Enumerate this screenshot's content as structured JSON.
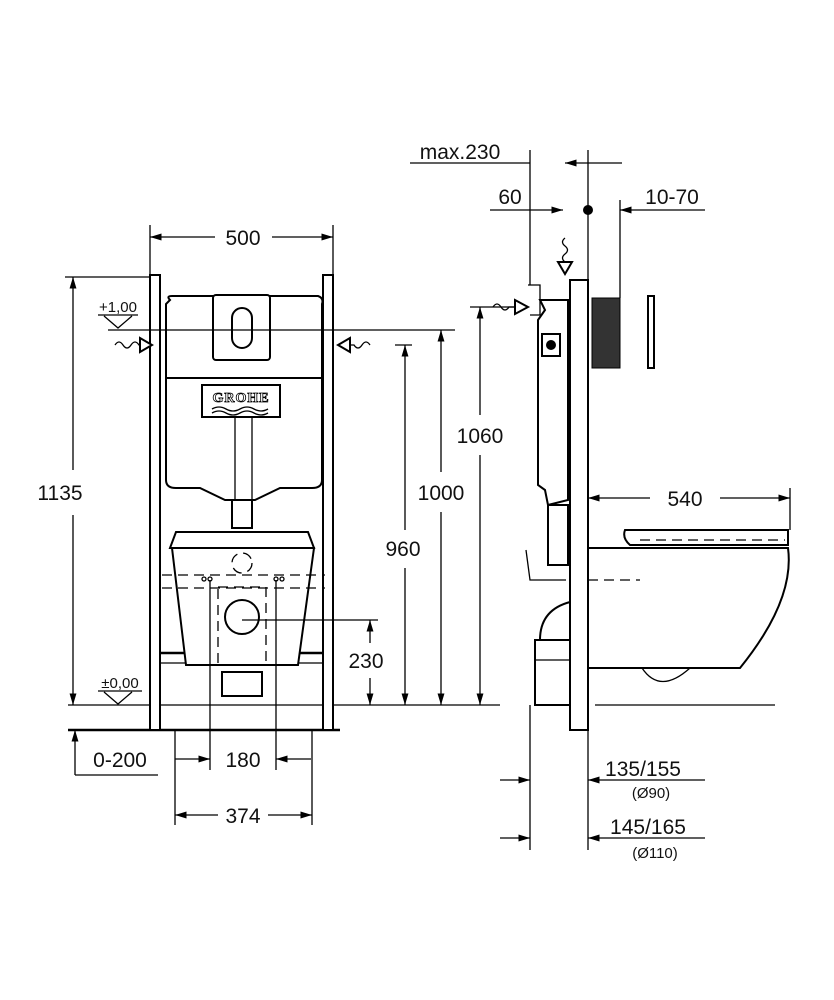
{
  "logo": "GROHE",
  "front_view": {
    "width_frame": "500",
    "level_top": "+1,00",
    "level_floor": "±0,00",
    "height_total": "1135",
    "height_1060": "1060",
    "height_1000": "1000",
    "height_960": "960",
    "height_outlet": "230",
    "floor_adjust": "0-200",
    "bolt_spacing": "180",
    "foot_width": "374"
  },
  "side_view": {
    "max_depth": "max.230",
    "offset_60": "60",
    "wall_10_70": "10-70",
    "bowl_projection": "540",
    "pipe_90_dim": "135/155",
    "pipe_90_dia": "(Ø90)",
    "pipe_110_dim": "145/165",
    "pipe_110_dia": "(Ø110)"
  }
}
